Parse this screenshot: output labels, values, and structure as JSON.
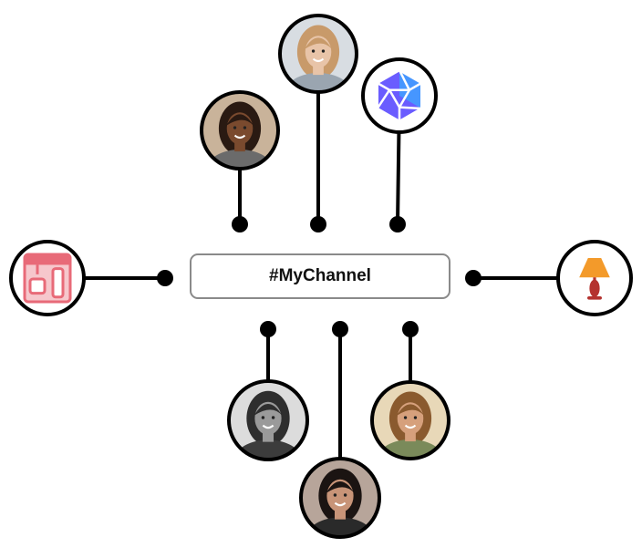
{
  "channel": {
    "label": "#MyChannel"
  },
  "nodes": [
    {
      "name": "avatar-woman-curly-hair",
      "kind": "photo",
      "skin": "#7a4a2e",
      "hair": "#2a1a12",
      "bg": "#c9b39a",
      "shirt": "#6b6b6b"
    },
    {
      "name": "avatar-woman-blonde",
      "kind": "photo",
      "skin": "#e8c4a8",
      "hair": "#c89a6a",
      "bg": "#d8dde2",
      "shirt": "#9aa5b0"
    },
    {
      "name": "polyhedron-logo-icon",
      "kind": "icon",
      "colors": [
        "#6a5cff",
        "#3fa0ff"
      ]
    },
    {
      "name": "coffee-machine-icon",
      "kind": "icon",
      "colors": [
        "#e86a78",
        "#f6c7cc"
      ]
    },
    {
      "name": "table-lamp-icon",
      "kind": "icon",
      "colors": [
        "#f39a2a",
        "#b4322f"
      ]
    },
    {
      "name": "avatar-man-grayscale",
      "kind": "photo",
      "skin": "#9a9a9a",
      "hair": "#2e2e2e",
      "bg": "#dcdcdc",
      "shirt": "#3c3c3c"
    },
    {
      "name": "avatar-woman-dark-hair",
      "kind": "photo",
      "skin": "#c89478",
      "hair": "#1b1412",
      "bg": "#b7a59a",
      "shirt": "#2a2a2a"
    },
    {
      "name": "avatar-man-glasses",
      "kind": "photo",
      "skin": "#d6a07c",
      "hair": "#8a5a2e",
      "bg": "#e8d8b8",
      "shirt": "#7a8a5a"
    }
  ]
}
